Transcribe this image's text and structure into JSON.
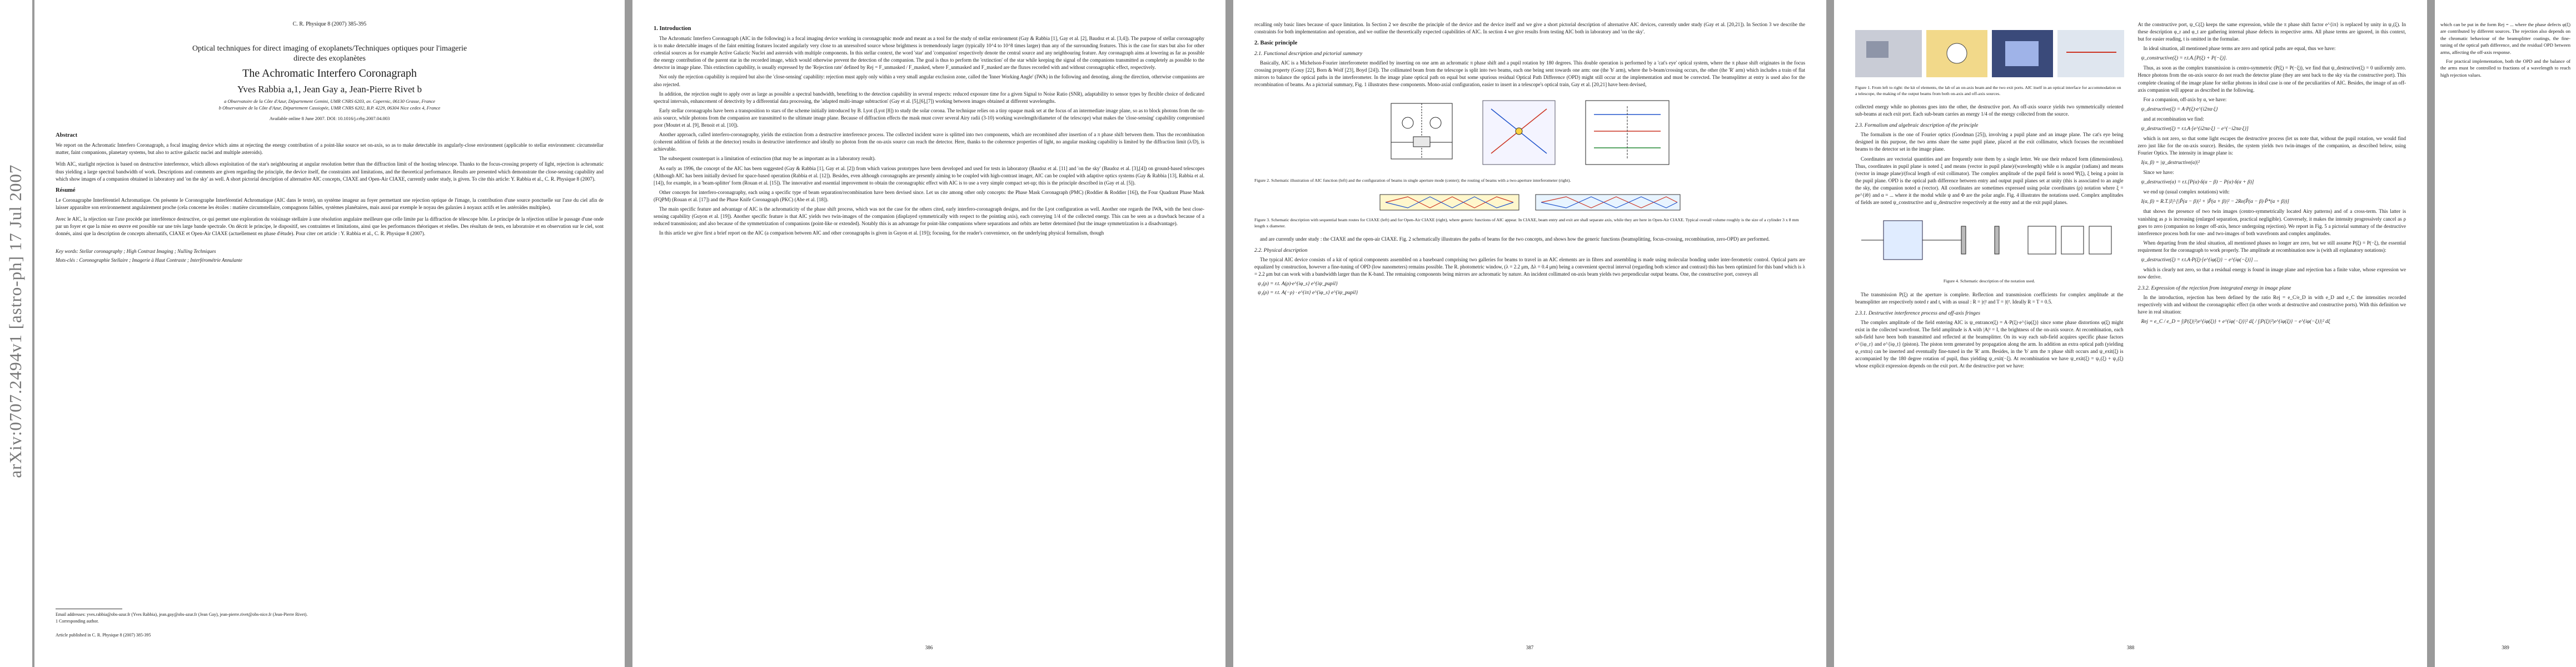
{
  "arxiv_stamp": "arXiv:0707.2494v1  [astro-ph]  17 Jul 2007",
  "page1": {
    "header": "C. R. Physique 8 (2007) 385-395",
    "title_line1": "Optical techniques for direct imaging of exoplanets/Techniques optiques pour l'imagerie",
    "title_line2": "directe des exoplanètes",
    "title": "The Achromatic Interfero Coronagraph",
    "authors": "Yves Rabbia a,1, Jean Gay a, Jean-Pierre Rivet b",
    "affil_a": "a Observatoire de la Côte d'Azur, Département Gemini, UMR CNRS 6203, av. Copernic, 06130 Grasse, France",
    "affil_b": "b Observatoire de la Côte d'Azur, Département Cassiopée, UMR CNRS 6202, B.P. 4229, 06304 Nice cedex 4, France",
    "dates": "Available online 8 June 2007. DOI: 10.1016/j.crhy.2007.04.003",
    "abstract_head": "Abstract",
    "abstract_p1": "We report on the Achromatic Interfero Coronagraph, a focal imaging device which aims at rejecting the energy contribution of a point-like source set on-axis, so as to make detectable its angularly-close environment (applicable to stellar environment: circumstellar matter, faint companions, planetary systems, but also to active galactic nuclei and multiple asteroids).",
    "abstract_p2": "With AIC, starlight rejection is based on destructive interference, which allows exploitation of the star's neighbouring at angular resolution better than the diffraction limit of the hosting telescope. Thanks to the focus-crossing property of light, rejection is achromatic thus yielding a large spectral bandwidth of work. Descriptions and comments are given regarding the principle, the device itself, the constraints and limitations, and the theoretical performance. Results are presented which demonstrate the close-sensing capability and which show images of a companion obtained in laboratory and 'on the sky' as well. A short pictorial description of alternative AIC concepts, CIAXE and Open-Air CIAXE, currently under study, is given. To cite this article: Y. Rabbia et al., C. R. Physique 8 (2007).",
    "resume_head": "Résumé",
    "resume_p1": "Le Coronagraphe Interférentiel Achromatique. On présente le Coronographe Interférentiel Achromatique (AIC dans le texte), un système imageur au foyer permettant une rejection optique de l'image, la contribution d'une source ponctuelle sur l'axe du ciel afin de laisser apparaître son environnement angulairement proche (cela concerne les étoiles : matière circumstellaire, compagnons faibles, systèmes planétaires, mais aussi par exemple le noyau des galaxies à noyaux actifs et les astéroïdes multiples).",
    "resume_p2": "Avec le AIC, la réjection sur l'axe procède par interférence destructive, ce qui permet une exploration du voisinage stellaire à une résolution angulaire meilleure que celle limite par la diffraction de télescope hôte. Le principe de la réjection utilise le passage d'une onde par un foyer et que la mise en œuvre est possible sur une très large bande spectrale. On décrit le principe, le dispositif, ses contraintes et limitations, ainsi que les performances théoriques et réelles. Des résultats de tests, en laboratoire et en observation sur le ciel, sont donnés, ainsi que la description de concepts alternatifs, CIAXE et Open-Air CIAXE (actuellement en phase d'étude). Pour citer cet article : Y. Rabbia et al., C. R. Physique 8 (2007).",
    "keywords": "Key words:  Stellar coronagraphy ; High Contrast Imaging ; Nulling Techniques",
    "motscles": "Mots-clés :  Coronographie Stellaire ; Imagerie à Haut Contraste ; Interférométrie Annulante",
    "footnote1": "Email addresses: yves.rabbia@obs-azur.fr (Yves Rabbia), jean.gay@obs-azur.fr (Jean Gay), jean-pierre.rivet@obs-nice.fr (Jean-Pierre Rivet).",
    "footnote2": "1 Corresponding author.",
    "footnote3": "Article published in C. R. Physique 8 (2007) 385-395"
  },
  "page2": {
    "sec1": "1. Introduction",
    "p1": "The Achromatic Interfero Coronagraph (AIC in the following) is a focal imaging device working in coronagraphic mode and meant as a tool for the study of stellar environment (Gay & Rabbia [1], Gay et al. [2], Baudoz et al. [3,4]). The purpose of stellar coronagraphy is to make detectable images of the faint emitting features located angularly very close to an unresolved source whose brightness is tremendously larger (typically 10^4 to 10^8 times larger) than any of the surrounding features. This is the case for stars but also for other celestial sources as for example Active Galactic Nuclei and asteroids with multiple components. In this stellar context, the word 'star' and 'companion' respectively denote the central source and any neighbouring feature. Any coronagraph aims at lowering as far as possible the energy contribution of the parent star in the recorded image, which would otherwise prevent the detection of the companion. The goal is thus to perform the 'extinction' of the star while keeping the signal of the companions transmitted as completely as possible to the detector in image plane. This extinction capability, is usually expressed by the 'Rejection rate' defined by Rej = F_unmasked / F_masked, where F_unmasked and F_masked are the fluxes recorded with and without coronagraphic effect, respectively.",
    "p2": "Not only the rejection capability is required but also the 'close-sensing' capability: rejection must apply only within a very small angular exclusion zone, called the 'Inner Working Angle' (IWA) in the following and denoting, along the direction, otherwise companions are also rejected.",
    "p3": "In addition, the rejection ought to apply over as large as possible a spectral bandwidth, benefiting to the detection capability in several respects: reduced exposure time for a given Signal to Noise Ratio (SNR), adaptability to sensor types by flexible choice of dedicated spectral intervals, enhancement of detectivity by a differential data processing, the 'adapted multi-image subtraction' (Gay et al. [5],[6],[7]) working between images obtained at different wavelengths.",
    "p4": "Early stellar coronagraphs have been a transposition to stars of the scheme initially introduced by B. Lyot (Lyot [8]) to study the solar corona. The technique relies on a tiny opaque mask set at the focus of an intermediate image plane, so as to block photons from the on-axis source, while photons from the companion are transmitted to the ultimate image plane. Because of diffraction effects the mask must cover several Airy radii (3-10) working wavelength/diameter of the telescope) what makes the 'close-sensing' capability compromised poor (Moutet et al. [9], Benoit et al. [10]).",
    "p5": "Another approach, called interfero-coronagraphy, yields the extinction from a destructive interference process. The collected incident wave is splitted into two components, which are recombined after insertion of a π phase shift between them. Thus the recombination (coherent addition of fields at the detector) results in destructive interference and ideally no photon from the on-axis source can reach the detector. Here, thanks to the coherence properties of light, no angular masking capability is limited by the diffraction limit (λ/D), is achievable.",
    "p6": "The subsequent counterpart is a limitation of extinction (that may be as important as in a laboratory result).",
    "p7": "As early as 1996, the concept of the AIC has been suggested (Gay & Rabbia [1], Gay et al. [2]) from which various prototypes have been developed and used for tests in laboratory (Baudoz et al. [11] and 'on the sky' (Baudoz et al. [3],[4]) on ground-based telescopes (Although AIC has been initially devised for space-based operation (Rabbia et al. [12]). Besides, even although coronagraphs are presently aiming to be coupled with high-contrast imager, AIC can be coupled with adaptive optics systems (Gay & Rabbia [13], Rabbia et al. [14]), for example, in a 'beam-splitter' form (Rouan et al. [15]). The innovative and essential improvement to obtain the coronagraphic effect with AIC is to use a very simple compact set-up; this is the principle described in (Gay et al. [5]).",
    "p8": "Other concepts for interfero-coronagraphy, each using a specific type of beam separation/recombination have been devised since. Let us cite among other only concepts: the Phase Mask Coronagraph (PMC) (Roddier & Roddier [16]), the Four Quadrant Phase Mask (FQPM) (Rouan et al. [17]) and the Phase Knife Coronagraph (PKC) (Abe et al. [18]).",
    "p9": "The main specific feature and advantage of AIC is the achromaticity of the phase shift process, which was not the case for the others cited, early interfero-coronagraph designs, and for the Lyot configuration as well. Another one regards the IWA, with the best close-sensing capability (Guyon et al. [19]). Another specific feature is that AIC yields two twin-images of the companion (displayed symmetrically with respect to the pointing axis), each conveying 1/4 of the collected energy. This can be seen as a drawback because of a reduced transmission; and also because of the symmetrization of companions (point-like or extended). Notably this is an advantage for point-like companions where separations and orbits are better determined (but the image symmetrization is a disadvantage).",
    "p10": "In this article we give first a brief report on the AIC (a comparison between AIC and other coronagraphs is given in Guyon et al. [19]); focusing, for the reader's convenience, on the underlying physical formalism, though"
  },
  "page3": {
    "p0": "recalling only basic lines because of space limitation. In Section 2 we describe the principle of the device and the device itself and we give a short pictorial description of alternative AIC devices, currently under study (Gay et al. [20,21]). In Section 3 we describe the constraints for both implementation and operation, and we outline the theoretically expected capabilities of AIC. In section 4 we give results from testing AIC both in laboratory and 'on the sky'.",
    "sec2": "2. Basic principle",
    "sub21": "2.1. Functional description and pictorial summary",
    "p1": "Basically, AIC is a Michelson-Fourier interferometer modified by inserting on one arm an achromatic π phase shift and a pupil rotation by 180 degrees. This double operation is performed by a 'cat's eye' optical system, where the π phase shift originates in the focus crossing property (Gouy [22], Born & Wolf [23], Boyd [24]). The collimated beam from the telescope is split into two beams, each one being sent towards one arm: one (the 'b' arm), where the b-beam/crossing occurs, the other (the 'R' arm) which includes a train of flat mirrors to balance the optical paths in the interferometer. In the image plane optical path on equal but some spurious residual Optical Path Difference (OPD) might still occur at the implementation and must be corrected. The beamsplitter at entry is used also for the recombination of beams. As a pictorial summary, Fig. 1 illustrates these components. Mono-axial configuration, easier to insert in a telescope's optical train, Gay et al. [20,21] have been devised,",
    "fig2_caption": "Figure 2. Schematic illustration of AIC function (left) and the configuration of beams in single aperture mode (center); the routing of beams with a two-aperture interferometer (right).",
    "fig3_caption": "Figure 3. Schematic description with sequential beam routes for CIAXE (left) and for Open-Air CIAXE (right), where generic functions of AIC appear. In CIAXE, beam entry and exit are shall separate axis, while they are here in Open-Air CIAXE. Typical overall volume roughly is the size of a cylinder 3 x 8 mm length x diameter.",
    "p2": "and are currently under study : the CIAXE and the open-air CIAXE. Fig. 2 schematically illustrates the paths of beams for the two concepts, and shows how the generic functions (beamsplitting, focus-crossing, recombination, zero-OPD) are performed.",
    "sub22": "2.2. Physical description",
    "p3": "The typical AIC device consists of a kit of optical components assembled on a baseboard comprising two galleries for beams to travel in an AIC elements are in fibres and assembling is made using molecular bonding under inter-ferometric control. Optical parts are equalized by construction, however a fine-tuning of OPD (low nanometers) remains possible. The R. photometric window, (λ = 2.2 μm, Δλ = 0.4 μm) being a convenient spectral interval (regarding both science and contrast) this has been optimized for this band which is λ = 2.2 μm but can work with a bandwidth larger than the K-band. The remaining components being mirrors are achromatic by nature. An incident collimated on-axis beam yields two perpendicular output beams. One, the constructive port, conveys all",
    "eq1": "ψ₁(ρ) = r.t. A(ρ)·e^{iφ_s} e^{iψ_pupil}",
    "eq2": "ψ₂(ρ) = r.t. A(−ρ) · e^{iπ} e^{iφ_s} e^{iψ_pupil}"
  },
  "page4": {
    "fig1_caption": "Figure 1. From left to right: the kit of elements, the lab of an on-axis beam and the two exit ports. AIC itself in an optical interface for accommodation on a telescope, the making of the output beams from both on-axis and off-axis sources.",
    "p1": "collected energy while no photons goes into the other, the destructive port. An off-axis source yields two symmetrically oriented sub-beams at each exit port. Each sub-beam carries an energy 1/4 of the energy collected from the source.",
    "sub23": "2.3. Formalism and algebraic description of the principle",
    "p2": "The formalism is the one of Fourier optics (Goodman [25]), involving a pupil plane and an image plane. The cat's eye being designed in this purpose, the two arms share the same pupil plane, placed at the exit collimator, which focuses the recombined beams to the detector set in the image plane.",
    "p3": "Coordinates are vectorial quantities and are frequently note them by a single letter. We use their reduced form (dimensionless). Thus, coordinates in pupil plane is noted ξ and means (vector in pupil plane)/(wavelength) while α is angular (radians) and means (vector in image plane)/(focal length of exit collimator). The complex amplitude of the pupil field is noted Ψ(ξ), ξ being a point in the pupil plane. OPD is the optical path difference between entry and output pupil planes set at unity (this is associated to an angle the sky, the companion noted α (vector). All coordinates are sometimes expressed using polar coordinates (ρ) notation where ξ = ρe^{iθ} and α = ... where it the modul while ψ and Φ are the polar angle. Fig. 4 illustrates the notations used. Complex amplitudes of fields are noted ψ_constructive and ψ_destructive respectively at the entry and at the exit pupil planes.",
    "fig4_caption": "Figure 4. Schematic description of the notation used.",
    "p4": "The transmission P(ξ) at the aperture is complete. Reflection and transmission coefficients for complex amplitude at the beamsplitter are respectively noted r and t, with as usual : R = |r|² and T = |t|². Ideally R = T = 0.5.",
    "sub231": "2.3.1. Destructive interference process and off-axis fringes",
    "p5": "The complex amplitude of the field entering AIC is ψ_entrance(ξ) = A·P(ξ)·e^{iφ(ξ)} since some phase distortions φ(ξ) might exist in the collected wavefront. The field amplitude is A with |A|² = I, the brightness of the on-axis source. At recombination, each sub-field have been both transmitted and reflected at the beamsplitter. On its way each sub-field acquires specific phase factors e^{iφ_r} and e^{iφ_t} (piston). The piston term generated by propagation along the arm. In addition an extra optical path (yielding φ_extra) can be inserted and eventually fine-tuned in the 'R' arm. Besides, in the 'b' arm the π phase shift occurs and ψ_exit(ξ) is accompanied by the 180 degree rotation of pupil, thus yielding ψ_exit(−ξ). At recombination we have ψ_exit(ξ) = ψ₁(ξ) + ψ₂(ξ) whose explicit expression depends on the exit port. At the destructive port we have:"
  },
  "page5": {
    "p1": "At the constructive port, ψ_C(ξ) keeps the same expression, while the π phase shift factor e^{iπ} is replaced by unity in ψ₂(ξ). In these description φ_r and φ_t are gathering internal phase defects in respective arms. All phase terms are ignored, in this context, but for easier reading, t is omitted in the formulae.",
    "p2": "In ideal situation, all mentioned phase terms are zero and optical paths are equal, thus we have:",
    "eq1": "ψ_constructive(ξ) = r.t.A.[P(ξ) + P(−ξ)].",
    "p3": "Thus, as soon as the complex transmission is centro-symmetric (P(ξ) = P(−ξ)), we find that ψ_destructive(ξ) = 0 uniformly zero. Hence photons from the on-axis source do not reach the detector plane (they are sent back to the sky via the constructive port). This complete cleaning of the image plane for stellar photons in ideal case is one of the peculiarities of AIC. Besides, the image of an off-axis companion will appear as described in the following.",
    "p4": "For a companion, off-axis by α, we have:",
    "eq2": "ψ_destructive(ξ) = A·P(ξ)·e^{i2πα·ξ}",
    "p5": "and at recombination we find:",
    "eq3": "ψ_destructive(ξ) = r.t.A·[e^{i2πα·ξ} − e^{−i2πα·ξ}]",
    "p6": "which is not zero, so that some light escapes the destructive process (let us note that, without the pupil rotation, we would find zero just like for the on-axis source). Besides, the system yields two twin-images of the companion, as described below, using Fourier Optics. The intensity in image plane is:",
    "eq4": "I(α, β) = |ψ_destructive(α)|²",
    "p7": "Since we have:",
    "eq5": "ψ_destructive(α) = r.t.[P(α)·δ(α − β) − P(α)·δ(α + β)]",
    "p8": "we end up (usual complex notations) with:",
    "eq6": "I(α, β) = R.T.|I|²·[|P̃(α − β)|² + |P̃(α + β)|² − 2Re(P̃(α − β)·P̃*(α + β))]",
    "p9": "that shows the presence of two twin images (centro-symmetrically located Airy patterns) and of a cross-term. This latter is vanishing as ρ is increasing (enlarged separation, practical negligible). Conversely, it makes the intensity progressively cancel as ρ goes to zero (companion no longer off-axis, hence undergoing rejection). We report in Fig. 5 a pictorial summary of the destructive interference process both for one- and two-images of both wavefronts and complex amplitudes.",
    "p10": "When departing from the ideal situation, all mentioned phases no longer are zero, but we still assume P(ξ) = P(−ξ), the essential requirement for the coronagraph to work properly. The amplitude at recombination now is (with all explanatory notations):",
    "eq7": "ψ_destructive(ξ) = r.t.A·P(ξ)·[e^{iφ(ξ)} − e^{iφ(−ξ)}] ...",
    "p11": "which is clearly not zero, so that a residual energy is found in image plane and rejection has a finite value, whose expression we now derive.",
    "sub232": "2.3.2. Expression of the rejection from integrated energy in image plane",
    "p12": "In the introduction, rejection has been defined by the ratio Rej = e_C/e_D in with e_D and e_C the intensities recorded respectively with and without the coronagraphic effect (in other words at destructive and constructive ports). With this definition we have in real situation:",
    "eq8": "Rej = e_C / e_D = ∫|P(ξ)|²|e^{iφ(ξ)} + e^{iφ(−ξ)}|² dξ / ∫|P(ξ)|²|e^{iφ(ξ)} − e^{iφ(−ξ)}|² dξ"
  },
  "page6": {
    "p1": "which can be put in the form Rej = ... where the phase defects φ(ξ) are contributed by different sources. The rejection also depends on the chromatic behaviour of the beamsplitter coatings, the fine-tuning of the optical path difference, and the residual OPD between arms, affecting the off-axis response.",
    "p2": "For practical implementation, both the OPD and the balance of the arms must be controlled to fractions of a wavelength to reach high rejection values."
  },
  "folios": [
    "386",
    "387",
    "388",
    "389"
  ]
}
